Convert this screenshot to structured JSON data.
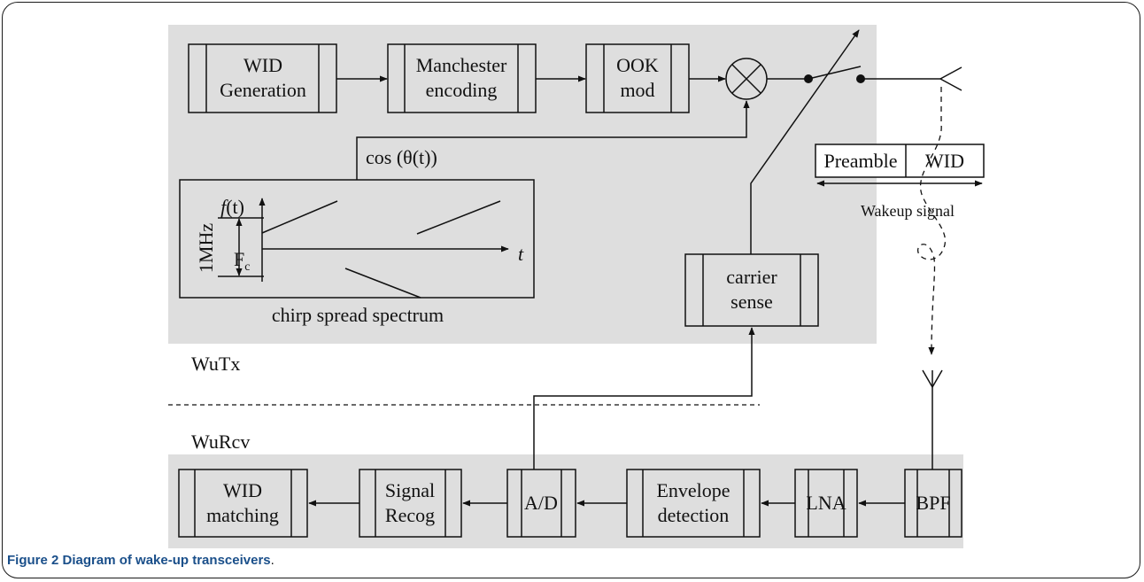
{
  "tx": {
    "section_label": "WuTx",
    "blocks": {
      "wid_generation": [
        "WID",
        "Generation"
      ],
      "manchester": [
        "Manchester",
        "encoding"
      ],
      "ook": [
        "OOK",
        "mod"
      ],
      "carrier_sense": [
        "carrier",
        "sense"
      ]
    },
    "cos_label": "cos (θ(t))",
    "chirp": {
      "f_label": "f",
      "f_arg": "(t)",
      "band_label": "1MHz",
      "fc_label": "F",
      "fc_sub": "c",
      "t_label": "t",
      "caption": "chirp spread spectrum"
    }
  },
  "packet": {
    "preamble": "Preamble",
    "wid": "WID",
    "label": "Wakeup signal"
  },
  "rx": {
    "section_label": "WuRcv",
    "blocks": {
      "wid_matching": [
        "WID",
        "matching"
      ],
      "signal_recog": [
        "Signal",
        "Recog"
      ],
      "ad": [
        "A/D"
      ],
      "envelope": [
        "Envelope",
        "detection"
      ],
      "lna": [
        "LNA"
      ],
      "bpf": [
        "BPF"
      ]
    }
  },
  "caption": {
    "label": "Figure 2",
    "text": "Diagram of wake-up transceivers",
    "end": "."
  },
  "colors": {
    "panel_gray": "#dedede",
    "line": "#111111",
    "caption_blue": "#1a4f8a"
  }
}
